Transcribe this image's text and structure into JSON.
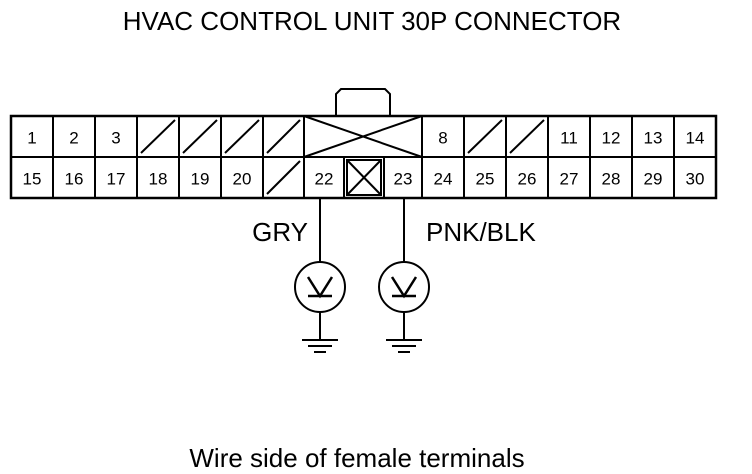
{
  "title": "HVAC CONTROL UNIT 30P CONNECTOR",
  "caption": "Wire side of female terminals",
  "connector": {
    "top_row": [
      {
        "label": "1"
      },
      {
        "label": "2"
      },
      {
        "label": "3"
      },
      {
        "label": ""
      },
      {
        "label": ""
      },
      {
        "label": ""
      },
      {
        "label": ""
      },
      {
        "label": ""
      },
      {
        "label": "8"
      },
      {
        "label": ""
      },
      {
        "label": ""
      },
      {
        "label": "11"
      },
      {
        "label": "12"
      },
      {
        "label": "13"
      },
      {
        "label": "14"
      }
    ],
    "bottom_row": [
      {
        "label": "15"
      },
      {
        "label": "16"
      },
      {
        "label": "17"
      },
      {
        "label": "18"
      },
      {
        "label": "19"
      },
      {
        "label": "20"
      },
      {
        "label": ""
      },
      {
        "label": "22"
      },
      {
        "label": ""
      },
      {
        "label": "23"
      },
      {
        "label": "24"
      },
      {
        "label": "25"
      },
      {
        "label": "26"
      },
      {
        "label": "27"
      },
      {
        "label": "28"
      },
      {
        "label": "29"
      },
      {
        "label": "30"
      }
    ]
  },
  "wires": [
    {
      "terminal": "22",
      "color": "GRY"
    },
    {
      "terminal": "23",
      "color": "PNK/BLK"
    }
  ],
  "meter_icon": "voltmeter-icon",
  "ground_icon": "ground-icon"
}
